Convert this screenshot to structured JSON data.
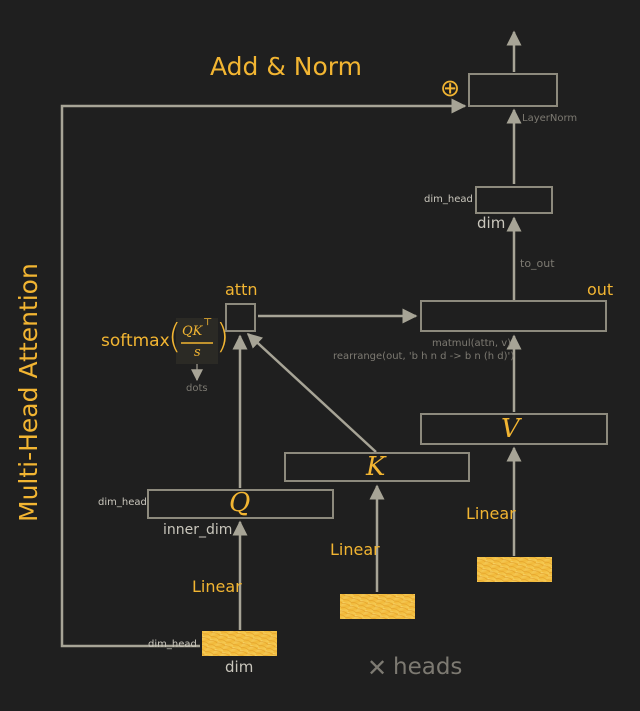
{
  "colors": {
    "background": "#1f1f1f",
    "line": "#a7a496",
    "box": "#8d8a7d",
    "accent": "#f2b532",
    "dim_text": "#7d7a72",
    "tensor_fill": "#f4c443"
  },
  "title_add_norm": "Add & Norm",
  "title_mha": "Multi-Head Attention",
  "heads": {
    "symbol": "✕",
    "label": "heads"
  },
  "plus_symbol": "⊕",
  "labels": {
    "layernorm": "LayerNorm",
    "dim_head_top": "dim_head",
    "dim_top": "dim",
    "to_out": "to_out",
    "attn": "attn",
    "out": "out",
    "matmul": "matmul(attn, v)",
    "rearrange": "rearrange(out, 'b h n d -> b n (h d)')",
    "softmax": "softmax",
    "frac_num_main": "QK",
    "frac_num_sup": "⊤",
    "frac_den": "s",
    "paren_left": "(",
    "paren_right": ")",
    "dots": "dots",
    "q": "Q",
    "k": "K",
    "v": "V",
    "dim_head_q": "dim_head",
    "inner_dim": "inner_dim",
    "linear_q": "Linear",
    "linear_k": "Linear",
    "linear_v": "Linear",
    "dim_head_in": "dim_head",
    "dim_in": "dim"
  }
}
